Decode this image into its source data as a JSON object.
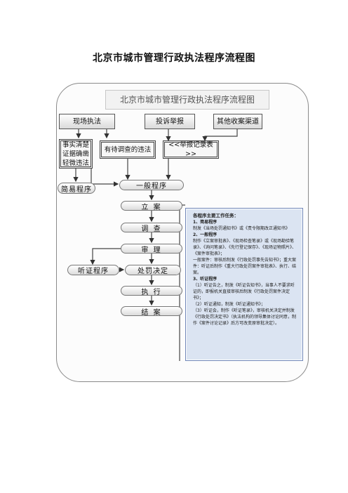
{
  "page_title": "北京市城市管理行政执法程序流程图",
  "diagram_title": "北京市城市管理行政执法程序流程图",
  "sources": {
    "on_site": "现场执法",
    "complaint": "投诉举报",
    "other": "其他收案渠道"
  },
  "cases": {
    "clear_facts": "事实清楚证据确凿轻微违法",
    "investigate": "有待调查的违法",
    "report_form": "<<举报记录表>>"
  },
  "procedures": {
    "simple": "简易程序",
    "general": "一般程序",
    "filing": "立    案",
    "investigation": "调    查",
    "review": "审    理",
    "hearing": "听证程序",
    "decision": "处罚决定",
    "execution": "执    行",
    "closing": "结    案"
  },
  "notes": {
    "heading": "各程序主要工作任务：",
    "items": [
      {
        "t": "1、简易程序",
        "b": true
      },
      {
        "t": "制发《当场处罚通知书》或《责令限期改正通知书》",
        "b": false
      },
      {
        "t": "2、一般程序",
        "b": true
      },
      {
        "t": "制作《立案审批表》、《现场检查笔录》或《现场勘验笔录》、《询问笔录》、《先行登记保存》、《现场证物照片》、《案件审批表》；",
        "b": false
      },
      {
        "t": "一般案件：审核后制发《行政处罚事先告知书》；重大案件：听证后制作《重大行政处罚案件审批表》、执行、结案。",
        "b": false
      },
      {
        "t": "3、听证程序",
        "b": true
      },
      {
        "t": "（1）听证告之，制发《听证告知书》，当事人不要求听证的，即报机关直接审核后制发《行政处罚案件决定书》；",
        "b": false
      },
      {
        "t": "（2）听证通知，制发《听证通知书》；",
        "b": false
      },
      {
        "t": "（3）听证会，制作《听证笔录》，审核机关决定并制发《行政处罚决定书》（执法机构的领导集体讨论同意，制作《案件讨论记录》后方可改变原审批决定）。",
        "b": false
      }
    ]
  }
}
